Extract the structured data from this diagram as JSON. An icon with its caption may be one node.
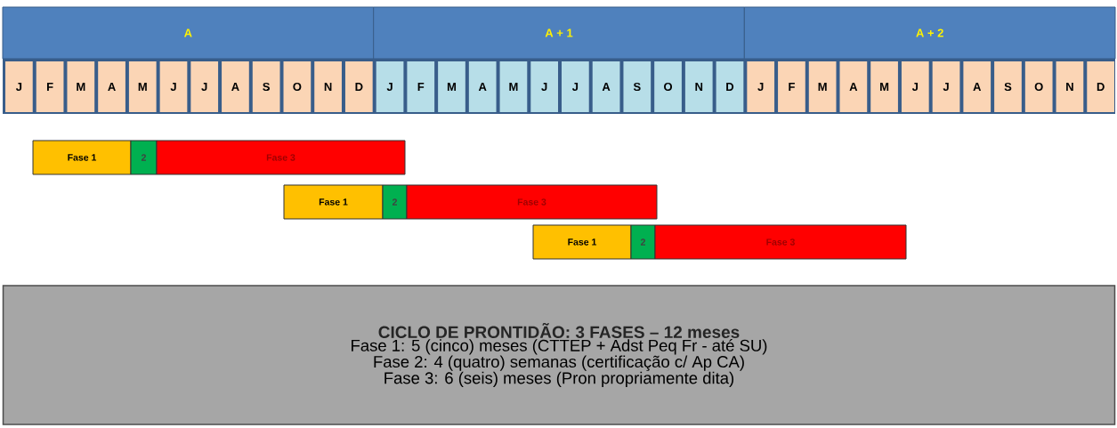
{
  "diagram": {
    "nodes": [
      {
        "text": [
          "A"
        ]
      },
      {
        "text": [
          "A + 1"
        ]
      },
      {
        "text": [
          "A + 2"
        ]
      },
      {
        "text": [
          "J"
        ]
      },
      {
        "text": [
          "F"
        ]
      },
      {
        "text": [
          "M"
        ]
      },
      {
        "text": [
          "A"
        ]
      },
      {
        "text": [
          "M"
        ]
      },
      {
        "text": [
          "J"
        ]
      },
      {
        "text": [
          "J"
        ]
      },
      {
        "text": [
          "A"
        ]
      },
      {
        "text": [
          "S"
        ]
      },
      {
        "text": [
          "O"
        ]
      },
      {
        "text": [
          "N"
        ]
      },
      {
        "text": [
          "D"
        ]
      },
      {
        "text": [
          "J"
        ]
      },
      {
        "text": [
          "F"
        ]
      },
      {
        "text": [
          "M"
        ]
      },
      {
        "text": [
          "A"
        ]
      },
      {
        "text": [
          "M"
        ]
      },
      {
        "text": [
          "J"
        ]
      },
      {
        "text": [
          "J"
        ]
      },
      {
        "text": [
          "A"
        ]
      },
      {
        "text": [
          "S"
        ]
      },
      {
        "text": [
          "O"
        ]
      },
      {
        "text": [
          "N"
        ]
      },
      {
        "text": [
          "D"
        ]
      },
      {
        "text": [
          "J"
        ]
      },
      {
        "text": [
          "F"
        ]
      },
      {
        "text": [
          "M"
        ]
      },
      {
        "text": [
          "A"
        ]
      },
      {
        "text": [
          "M"
        ]
      },
      {
        "text": [
          "J"
        ]
      },
      {
        "text": [
          "J"
        ]
      },
      {
        "text": [
          "A"
        ]
      },
      {
        "text": [
          "S"
        ]
      },
      {
        "text": [
          "O"
        ]
      },
      {
        "text": [
          "N"
        ]
      },
      {
        "text": [
          "D"
        ]
      },
      {
        "text": [
          "Fase 1"
        ]
      },
      {
        "text": [
          "2"
        ]
      },
      {
        "text": [
          "Fase 3"
        ]
      },
      {
        "text": [
          "Fase 1"
        ]
      },
      {
        "text": [
          "2"
        ]
      },
      {
        "text": [
          "Fase 3"
        ]
      },
      {
        "text": [
          "Fase 1"
        ]
      },
      {
        "text": [
          "2"
        ]
      },
      {
        "text": [
          "Fase 3"
        ]
      },
      {
        "text": [
          "CICLO DE PRONTIDÃO: 3 FASES – 12 meses",
          "Fase 1: 5 (cinco) meses (CTTEP + Adst Peq Fr - até SU)",
          "Fase 2: 4 (quatro) semanas (certificação c/ Ap CA)",
          "Fase 3: 6 (seis) meses (Pron propriamente dita)"
        ]
      }
    ]
  }
}
